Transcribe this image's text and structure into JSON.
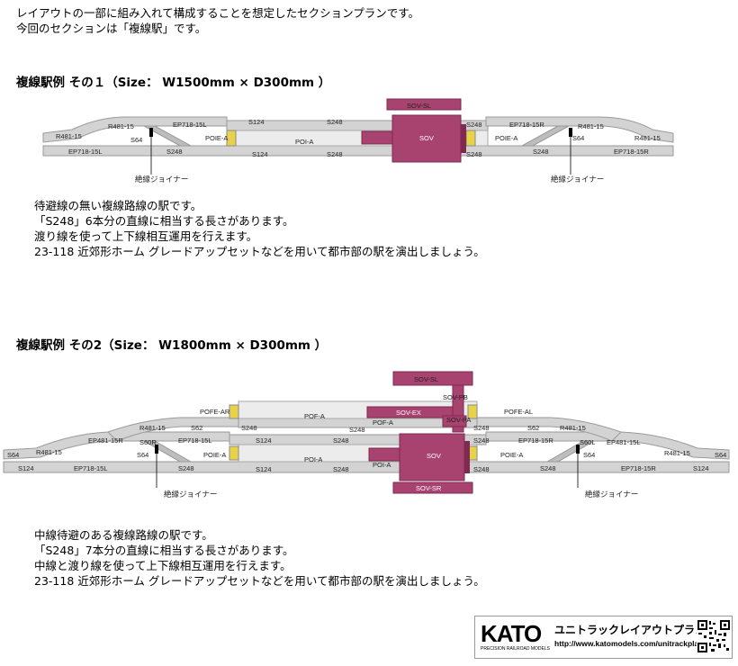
{
  "intro": {
    "line1": "レイアウトの一部に組み入れて構成することを想定したセクションプランです。",
    "line2": "今回のセクションは「複線駅」です。"
  },
  "section1": {
    "title": "複線駅例 その１（Size： W1500mm × D300mm ）",
    "desc": [
      "待避線の無い複線路線の駅です。",
      "「S248」6本分の直線に相当する長さがあります。",
      "渡り線を使って上下線相互運用を行えます。",
      "23-118 近郊形ホーム グレードアップセットなどを用いて都市部の駅を演出しましょう。"
    ],
    "labels": {
      "r481_15": "R481-15",
      "ep718_15l": "EP718-15L",
      "ep718_15r": "EP718-15R",
      "s64": "S64",
      "s124": "S124",
      "s248": "S248",
      "poie_a": "POIE-A",
      "poi_a": "POI-A",
      "sov": "SOV",
      "sov_sl": "SOV-SL"
    },
    "joiner": "絶縁ジョイナー"
  },
  "section2": {
    "title": "複線駅例 その2（Size： W1800mm × D300mm ）",
    "desc": [
      "中線待避のある複線路線の駅です。",
      "「S248」7本分の直線に相当する長さがあります。",
      "中線と渡り線を使って上下線相互運用を行えます。",
      "23-118 近郊形ホーム グレードアップセットなどを用いて都市部の駅を演出しましょう。"
    ],
    "labels": {
      "pofe_ar": "POFE-AR",
      "pofe_al": "POFE-AL",
      "pof_a": "POF-A",
      "sov_sl": "SOV-SL",
      "sov_pb": "SOV-PB",
      "sov_ex": "SOV-EX",
      "sov_pa": "SOV-PA",
      "sov": "SOV",
      "sov_sr": "SOV-SR",
      "r481_15": "R481-15",
      "ep481_15r": "EP481-15R",
      "ep481_15l": "EP481-15L",
      "s62": "S62",
      "s60r": "S60R",
      "s60l": "S60L",
      "s64": "S64",
      "s124": "S124",
      "s248": "S248",
      "ep718_15l": "EP718-15L",
      "ep718_15r": "EP718-15R",
      "poie_a": "POIE-A",
      "poi_a": "POI-A"
    },
    "joiner": "絶縁ジョイナー"
  },
  "footer": {
    "brand": "KATO",
    "brand_sub": "PRECISION RAILROAD MODELS",
    "product": "ユニトラックレイアウトプラン",
    "url": "http://www.katomodels.com/unitrackplan/"
  },
  "colors": {
    "track_bed": "#d3d3d3",
    "track_edge": "#9a9a9a",
    "platform": "#ececec",
    "station_building": "#a8426e",
    "station_dark": "#7e2a51",
    "stairs_yellow": "#e8d24a"
  }
}
